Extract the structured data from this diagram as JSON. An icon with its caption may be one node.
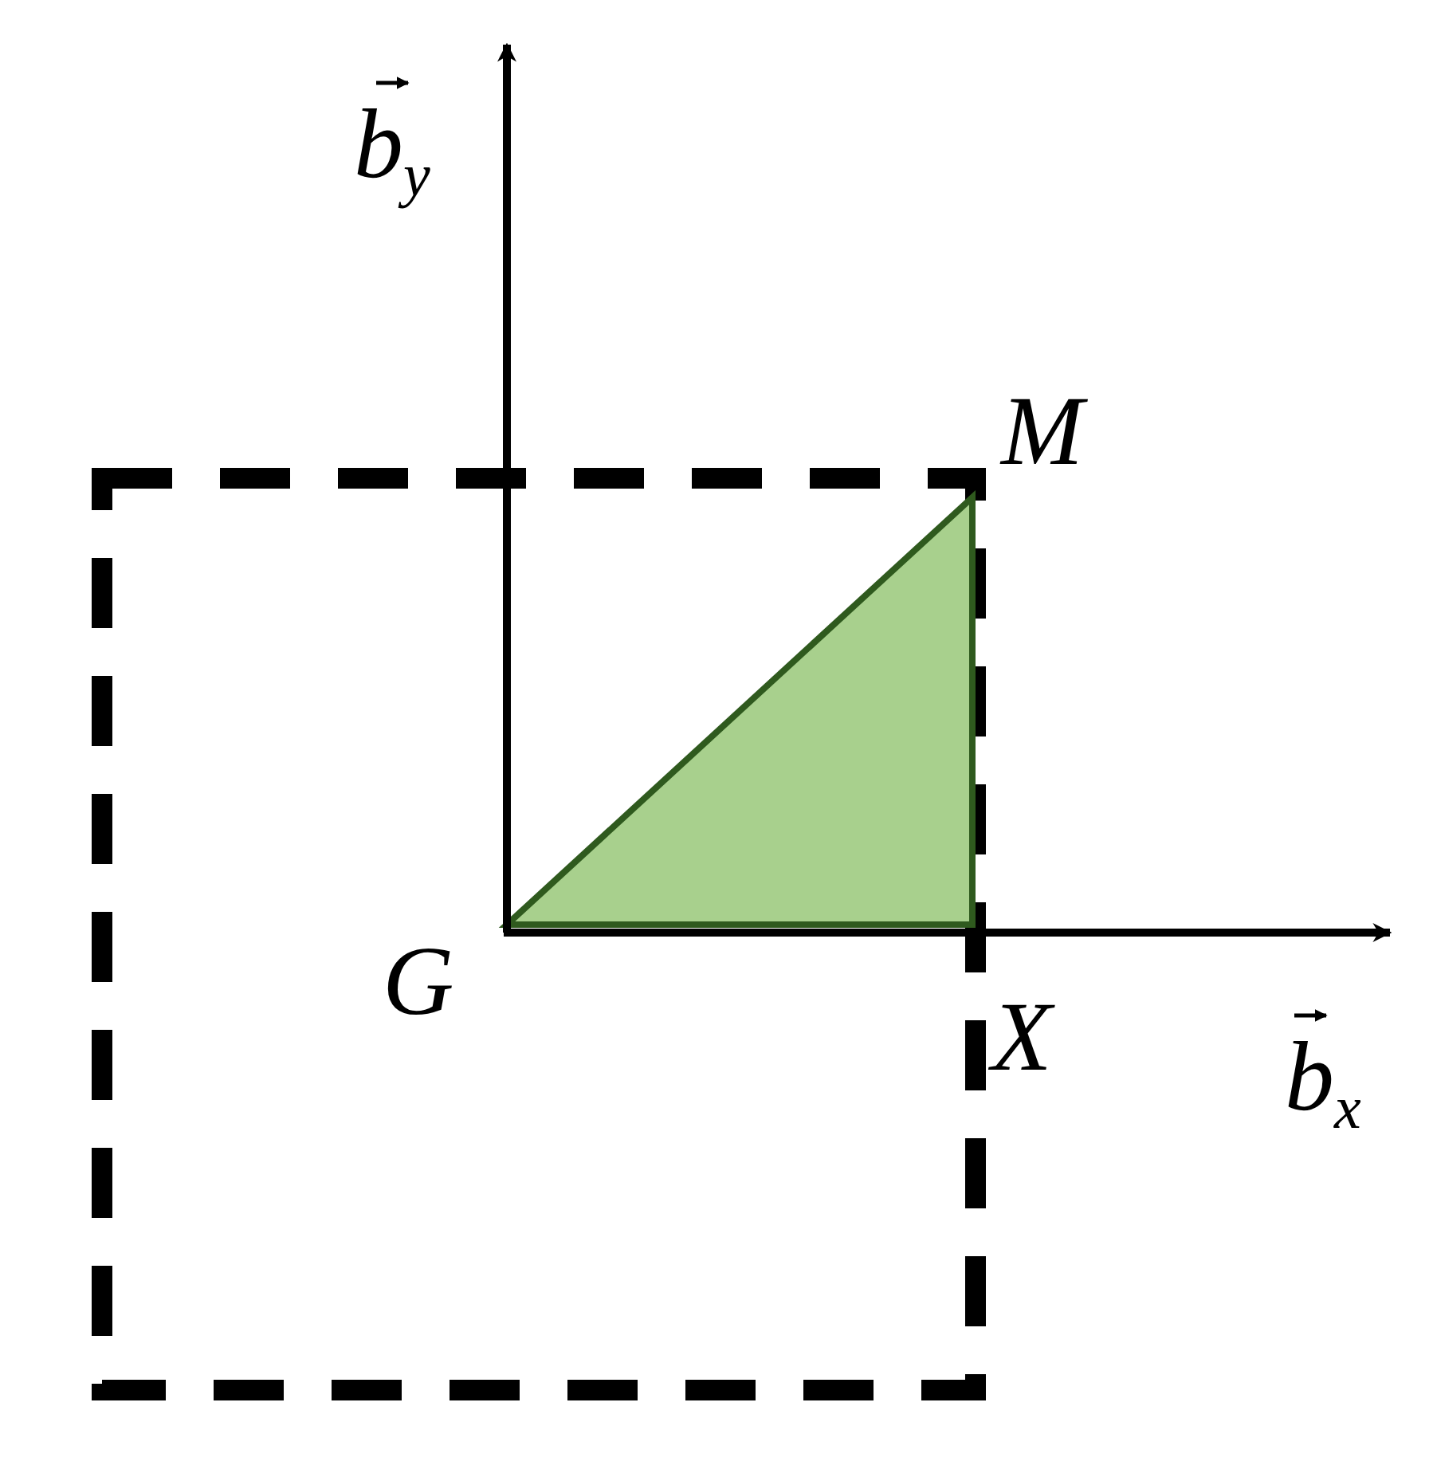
{
  "diagram": {
    "labels": [
      "b$_{y}$",
      "M",
      "G",
      "X",
      "b$_{x}$"
    ]
  }
}
